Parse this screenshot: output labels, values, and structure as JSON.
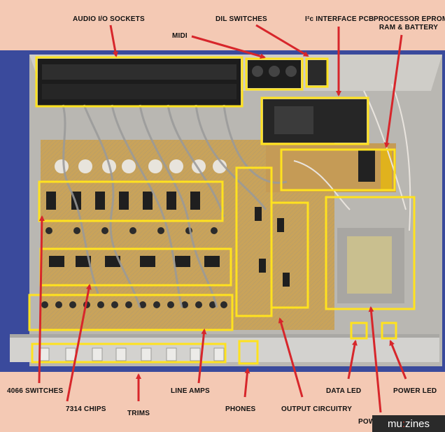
{
  "colors": {
    "background": "#f4c9b4",
    "chassis_blue": "#3a4a9c",
    "pcb_tan": "#c9a35a",
    "highlight_box": "#ffe21f",
    "arrow_red": "#d7262b"
  },
  "labels": {
    "audio_io_sockets": "AUDIO I/O SOCKETS",
    "dil_switches": "DIL SWITCHES",
    "i2c_interface_pcb": "I²c INTERFACE PCB",
    "processor_eprom_line1": "PROCESSOR EPROM",
    "processor_eprom_line2": "RAM & BATTERY",
    "midi": "MIDI",
    "power_relay": "POWER RELAY",
    "switches_4066": "4066 SWITCHES",
    "chips_7314": "7314 CHIPS",
    "trims": "TRIMS",
    "line_amps": "LINE AMPS",
    "phones": "PHONES",
    "output_circuitry": "OUTPUT CIRCUITRY",
    "data_led": "DATA LED",
    "power_led": "POWER LED",
    "pow": "POW"
  },
  "brand": {
    "prefix": "mu",
    "suffix": "zines"
  },
  "icons": {
    "arrow": "red-arrow-icon",
    "highlight": "yellow-outline-box"
  }
}
